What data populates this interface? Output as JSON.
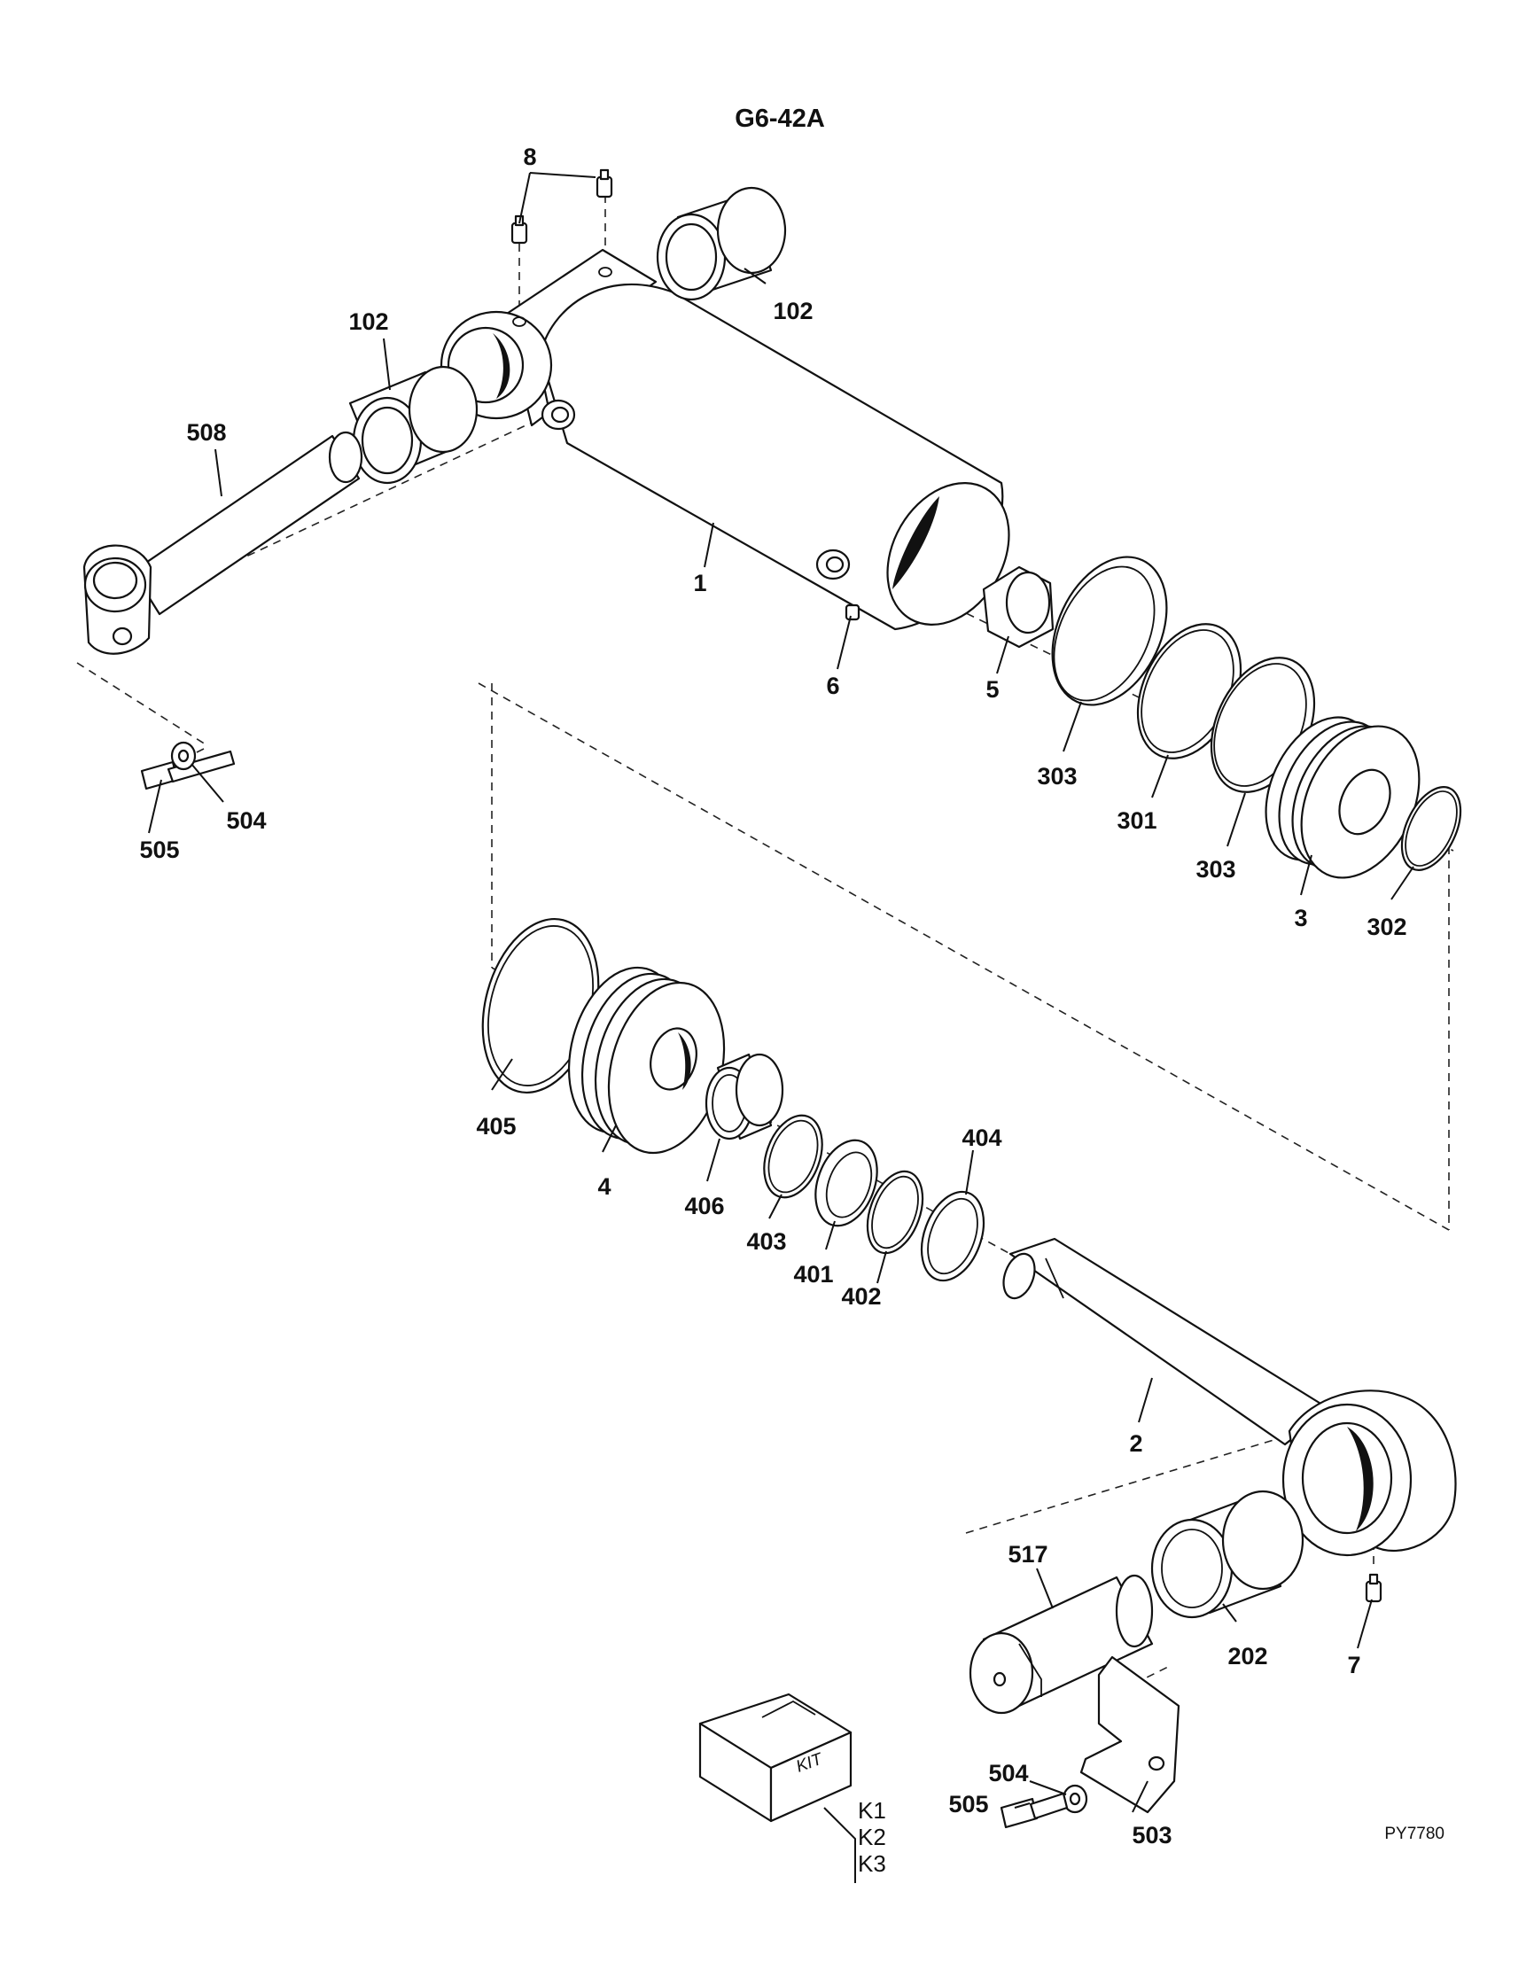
{
  "figure": {
    "title": "G6-42A",
    "drawing_code": "PY7780"
  },
  "callouts": {
    "c1": "1",
    "c2": "2",
    "c3": "3",
    "c4": "4",
    "c5": "5",
    "c6": "6",
    "c7": "7",
    "c8": "8",
    "c102a": "102",
    "c102b": "102",
    "c202": "202",
    "c301": "301",
    "c302": "302",
    "c303a": "303",
    "c303b": "303",
    "c401": "401",
    "c402": "402",
    "c403": "403",
    "c404": "404",
    "c405": "405",
    "c406": "406",
    "c503": "503",
    "c504a": "504",
    "c504b": "504",
    "c505a": "505",
    "c505b": "505",
    "c508": "508",
    "c517": "517"
  },
  "kit": {
    "box_label": "KIT",
    "items": [
      "K1",
      "K2",
      "K3"
    ]
  }
}
